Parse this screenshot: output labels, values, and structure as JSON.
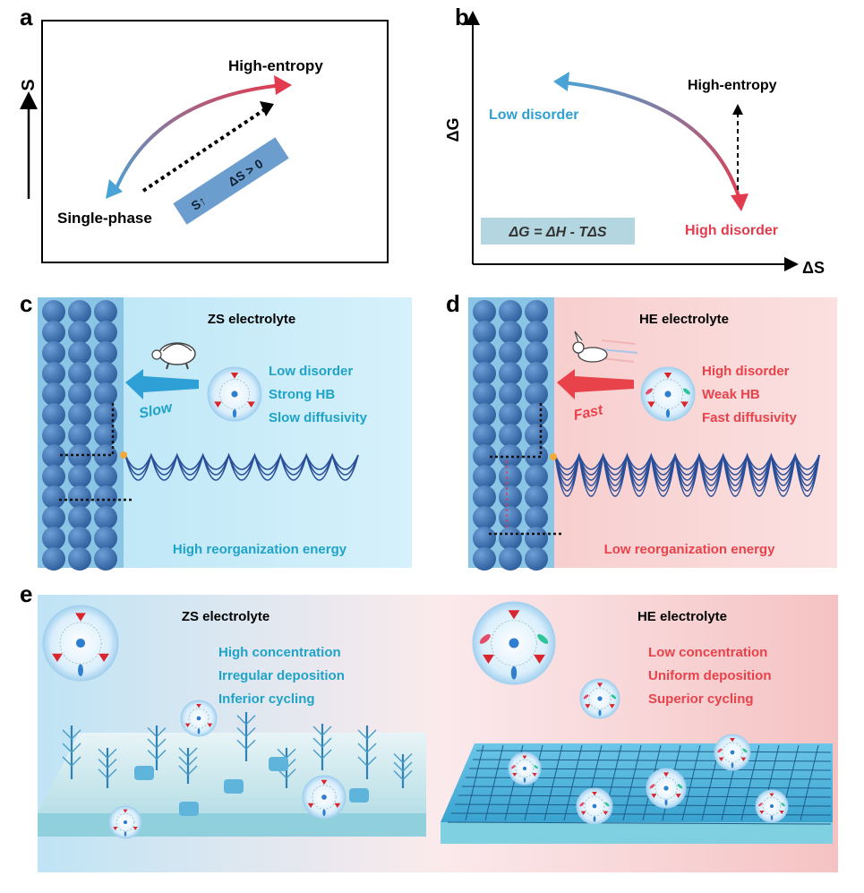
{
  "panels": {
    "a": {
      "letter": "a",
      "y_axis": "S",
      "high_label": "High-entropy",
      "low_label": "Single-phase",
      "box_s": "S↑",
      "box_ds": "ΔS > 0"
    },
    "b": {
      "letter": "b",
      "y_axis": "ΔG",
      "x_axis": "ΔS",
      "low_disorder": "Low disorder",
      "high_entropy": "High-entropy",
      "high_disorder": "High disorder",
      "equation": "ΔG = ΔH - TΔS"
    },
    "c": {
      "letter": "c",
      "title": "ZS electrolyte",
      "speed": "Slow",
      "props": [
        "Low disorder",
        "Strong HB",
        "Slow diffusivity"
      ],
      "energy": "High reorganization energy"
    },
    "d": {
      "letter": "d",
      "title": "HE electrolyte",
      "speed": "Fast",
      "props": [
        "High disorder",
        "Weak HB",
        "Fast diffusivity"
      ],
      "energy": "Low reorganization energy"
    },
    "e": {
      "letter": "e",
      "left_title": "ZS electrolyte",
      "left_props": [
        "High concentration",
        "Irregular deposition",
        "Inferior cycling"
      ],
      "right_title": "HE electrolyte",
      "right_props": [
        "Low concentration",
        "Uniform deposition",
        "Superior cycling"
      ]
    }
  },
  "colors": {
    "blue_text": "#1fa3c8",
    "red_text": "#e8424b",
    "blue_bg": "#c6ebf7",
    "pink_bg": "#f8d3d3",
    "zn": "#3d78b8"
  }
}
